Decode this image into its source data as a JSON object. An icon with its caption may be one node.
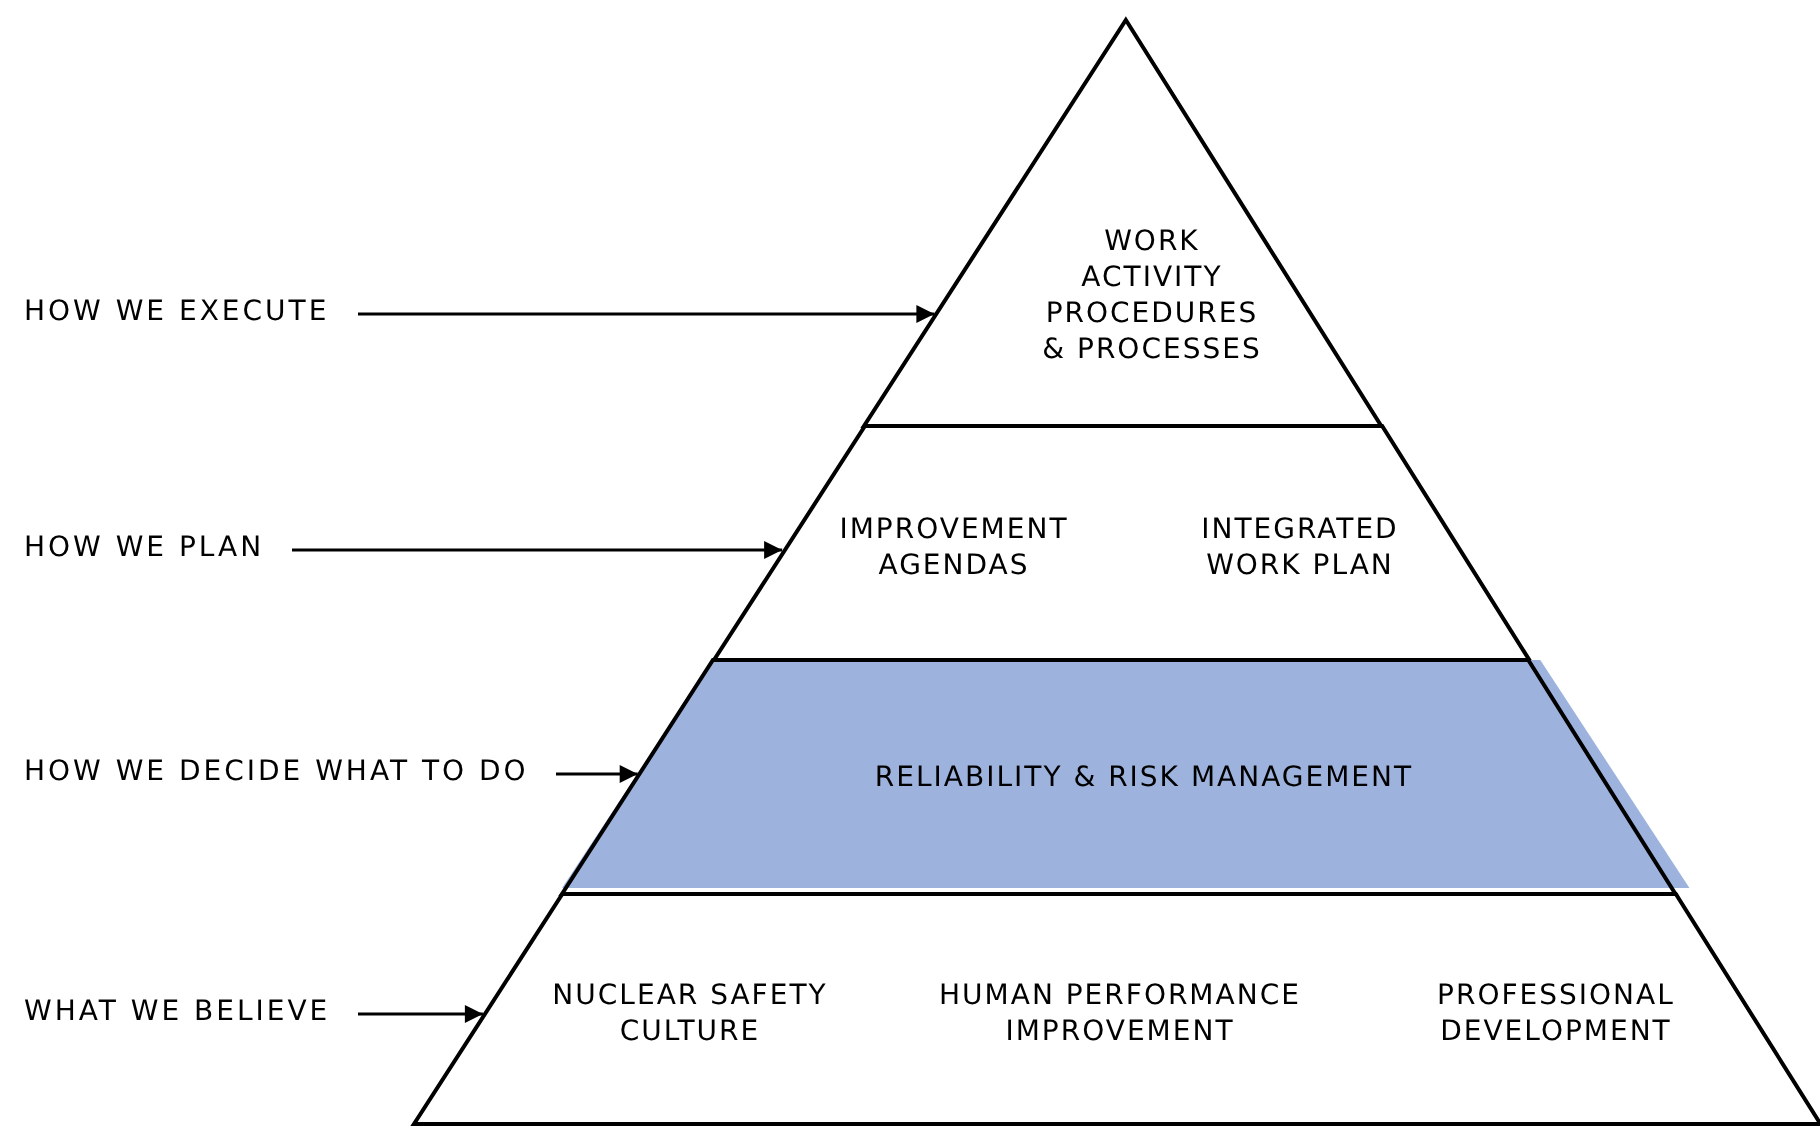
{
  "diagram": {
    "nodes": [
      {
        "text": [
          "HOW WE EXECUTE"
        ]
      },
      {
        "text": [
          "WORK ACTIVITY PROCEDURES & PROCESSES"
        ]
      },
      {
        "text": [
          "HOW WE PLAN"
        ]
      },
      {
        "text": [
          "IMPROVEMENT AGENDAS",
          "INTEGRATED WORK PLAN"
        ]
      },
      {
        "text": [
          "HOW WE DECIDE WHAT TO DO"
        ]
      },
      {
        "text": [
          "RELIABILITY & RISK MANAGEMENT"
        ]
      },
      {
        "text": [
          "WHAT WE BELIEVE"
        ]
      },
      {
        "text": [
          "NUCLEAR SAFETY CULTURE",
          "HUMAN PERFORMANCE IMPROVEMENT",
          "PROFESSIONAL DEVELOPMENT"
        ]
      }
    ],
    "edges": [
      {
        "from": 0,
        "to": 1,
        "arrow": "to"
      },
      {
        "from": 2,
        "to": 3,
        "arrow": "to"
      },
      {
        "from": 4,
        "to": 5,
        "arrow": "to"
      },
      {
        "from": 6,
        "to": 7,
        "arrow": "to"
      }
    ]
  }
}
